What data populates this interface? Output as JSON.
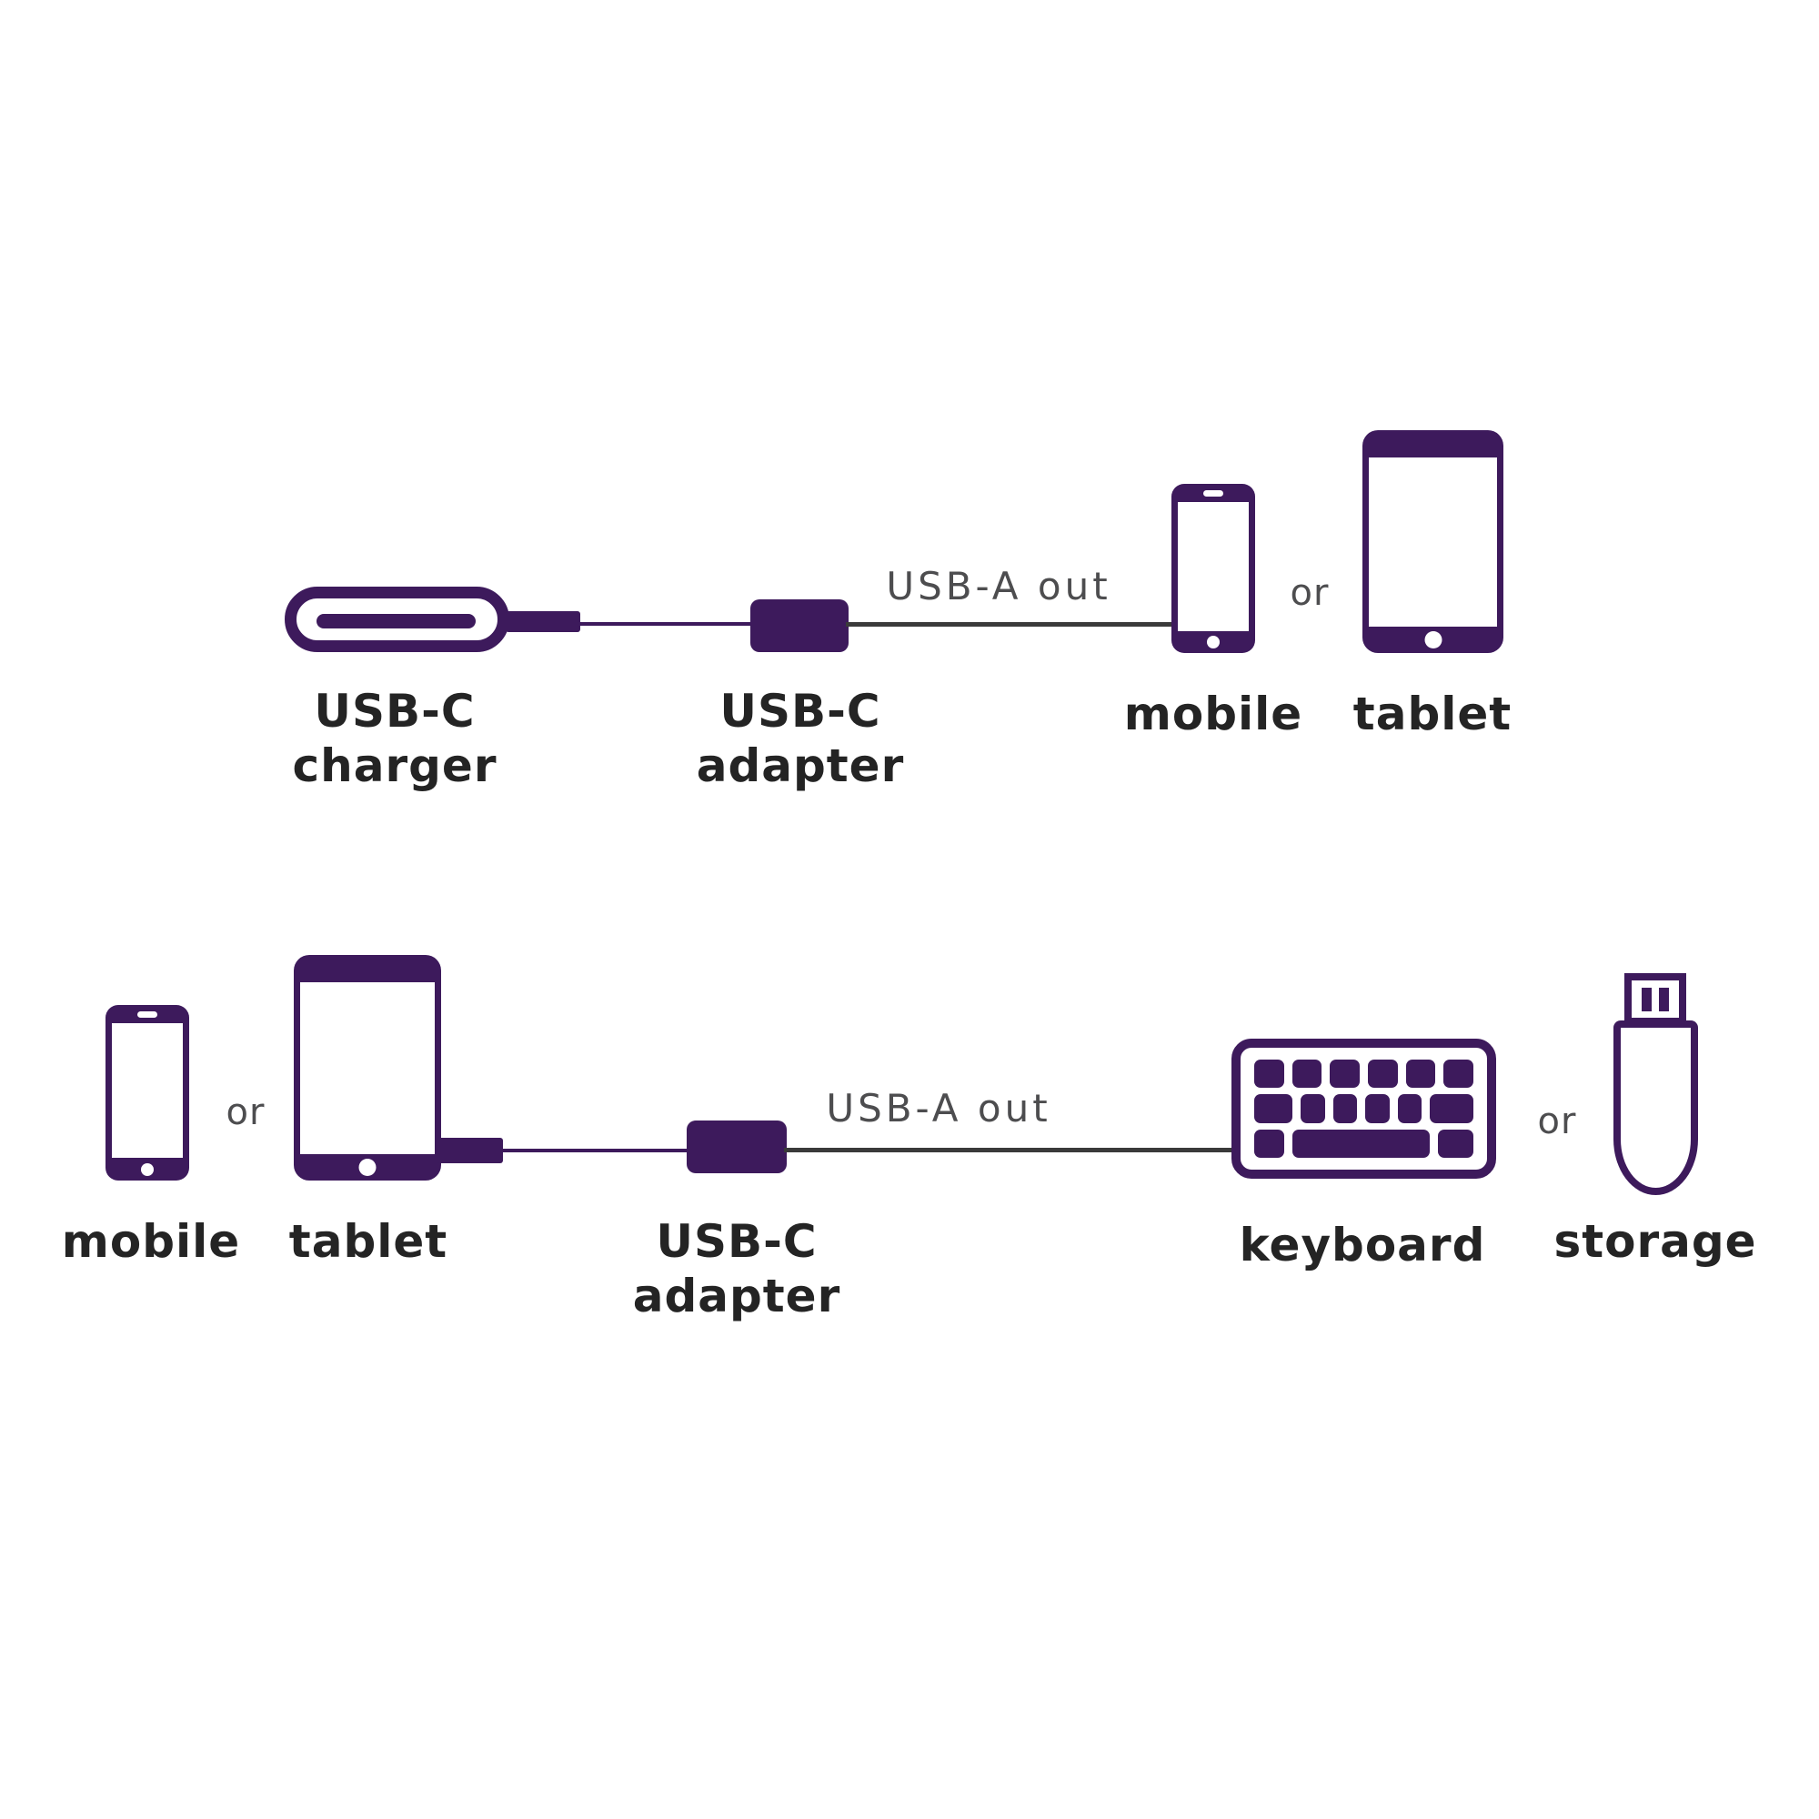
{
  "colors": {
    "purple": "#3D1A5C",
    "cable_dark": "#3A3A3A",
    "text_gray": "#4D4D4F",
    "text_dark": "#242424",
    "background": "#FFFFFF"
  },
  "icons": {
    "charger": "usb-c-charger-icon",
    "adapter": "usb-c-adapter-icon",
    "mobile": "mobile-phone-icon",
    "tablet": "tablet-icon",
    "keyboard": "keyboard-icon",
    "storage": "usb-storage-drive-icon"
  },
  "row1": {
    "cable_label": "USB-A out",
    "or_label": "or",
    "charger_label": {
      "line1": "USB-C",
      "line2": "charger"
    },
    "adapter_label": {
      "line1": "USB-C",
      "line2": "adapter"
    },
    "mobile_label": "mobile",
    "tablet_label": "tablet"
  },
  "row2": {
    "cable_label": "USB-A out",
    "or_left_label": "or",
    "or_right_label": "or",
    "adapter_label": {
      "line1": "USB-C",
      "line2": "adapter"
    },
    "mobile_label": "mobile",
    "tablet_label": "tablet",
    "keyboard_label": "keyboard",
    "storage_label": "storage"
  }
}
